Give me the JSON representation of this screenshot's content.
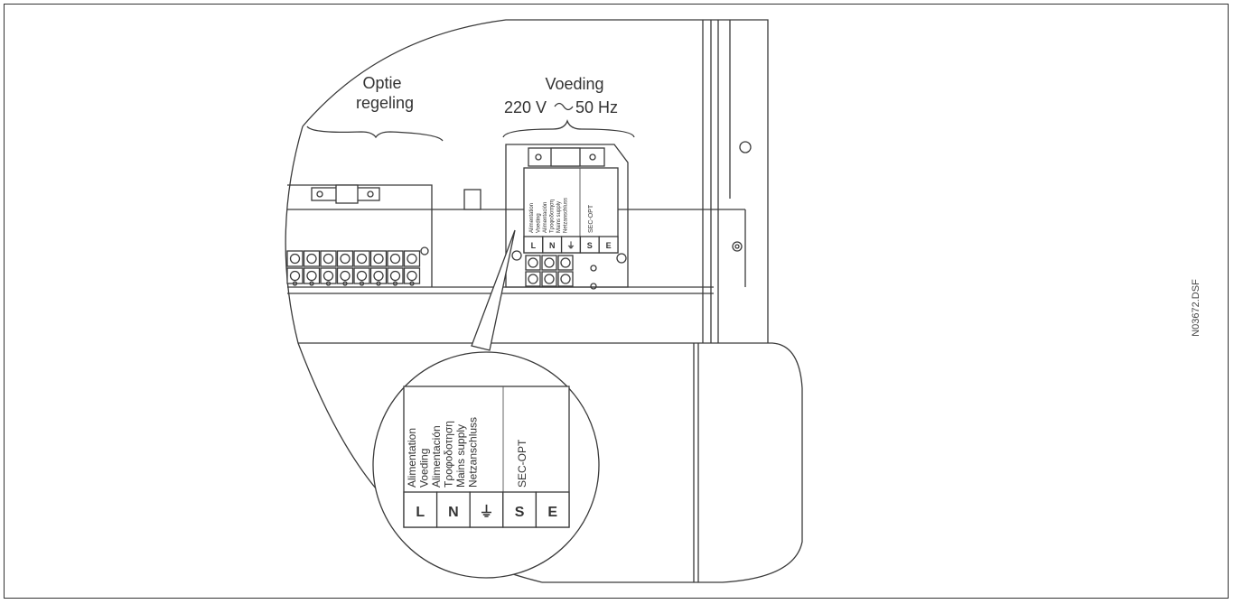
{
  "labels": {
    "option_line1": "Optie",
    "option_line2": "regeling",
    "supply_title": "Voeding",
    "supply_voltage": "220 V",
    "supply_freq": "50 Hz",
    "file_code": "N03672.DSF"
  },
  "terminal_block": {
    "supply_labels": [
      "Alimentation",
      "Voeding",
      "Alimentación",
      "Τροφοδοτηση",
      "Mains supply",
      "Netzanschluss"
    ],
    "option_label": "SEC-OPT",
    "terminals": [
      "L",
      "N",
      "⏚",
      "S",
      "E"
    ]
  },
  "colors": {
    "line": "#3a3a3a",
    "background": "#ffffff"
  }
}
